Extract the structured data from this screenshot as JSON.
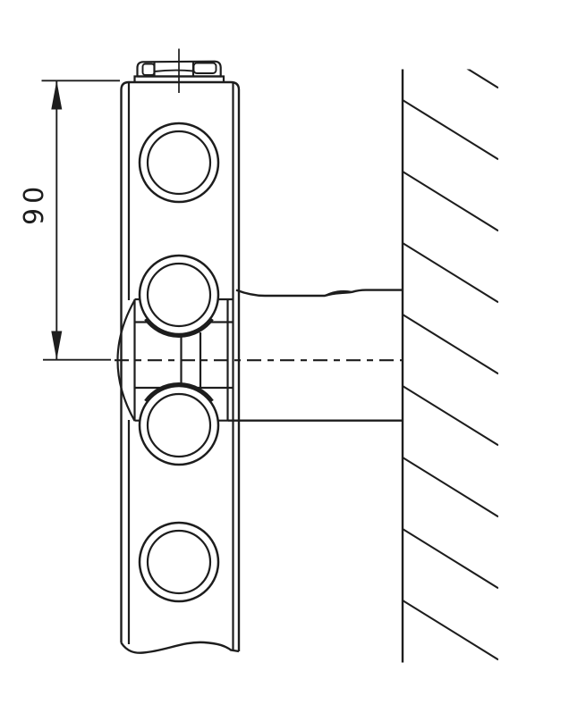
{
  "drawing": {
    "type": "technical-drawing",
    "description": "Side section view: vertical flat mounting bar with four round holes, hex bolt on top edge, clamp sleeve joined to a cylindrical wall arm, wall shown with section hatching",
    "background_color": "#ffffff",
    "line_color": "#1d1d1d",
    "dimension": {
      "label": "90",
      "orientation": "vertical",
      "text_rotation_deg": -90
    }
  }
}
